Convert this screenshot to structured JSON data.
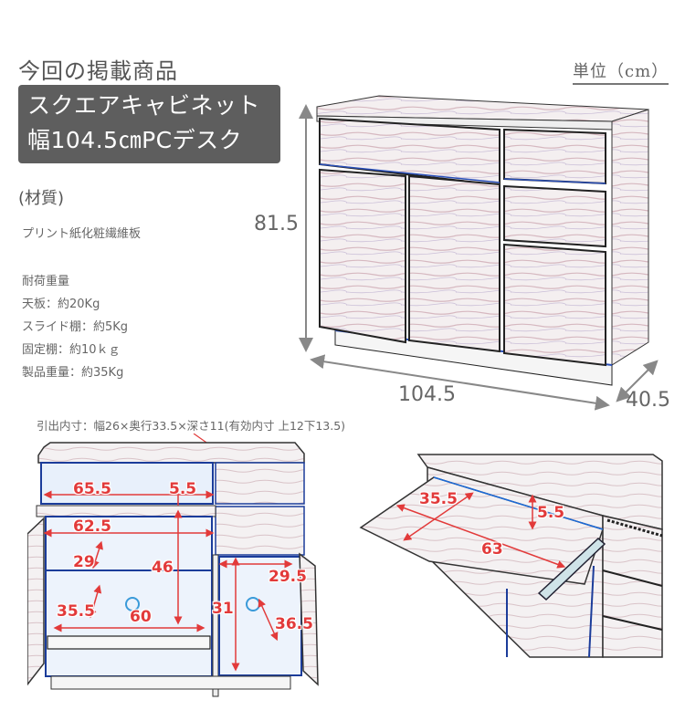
{
  "header": {
    "title": "今回の掲載商品",
    "product_line1": "スクエアキャビネット",
    "product_line2": "幅104.5㎝PCデスク",
    "unit": "単位（cm）"
  },
  "specs": {
    "material_title": "(材質)",
    "material": "プリント紙化粧繊維板",
    "load_title": "耐荷重量",
    "load_items": [
      "天板：約20Kg",
      "スライド棚：約5Kg",
      "固定棚：約10ｋｇ",
      "製品重量：約35Kg"
    ]
  },
  "dimensions": {
    "height": "81.5",
    "width": "104.5",
    "depth": "40.5"
  },
  "drawer_note": "引出内寸：幅26×奥行33.5×深さ11(有効内寸 上12下13.5)",
  "interior_labels": {
    "slide_width": "65.5",
    "slide_gap": "5.5",
    "shelf_width": "62.5",
    "shelf_depth_upper": "29",
    "left_height": "46",
    "lower_depth": "35.5",
    "lower_width": "60",
    "right_width": "29.5",
    "right_height": "31",
    "right_depth": "36.5"
  },
  "slide_labels": {
    "depth": "35.5",
    "gap": "5.5",
    "width": "63"
  },
  "colors": {
    "badge_bg": "#5e5e5e",
    "dimension_red": "#e23a3a",
    "arrow_gray": "#888888",
    "edge_blue": "#2a4fb8"
  }
}
